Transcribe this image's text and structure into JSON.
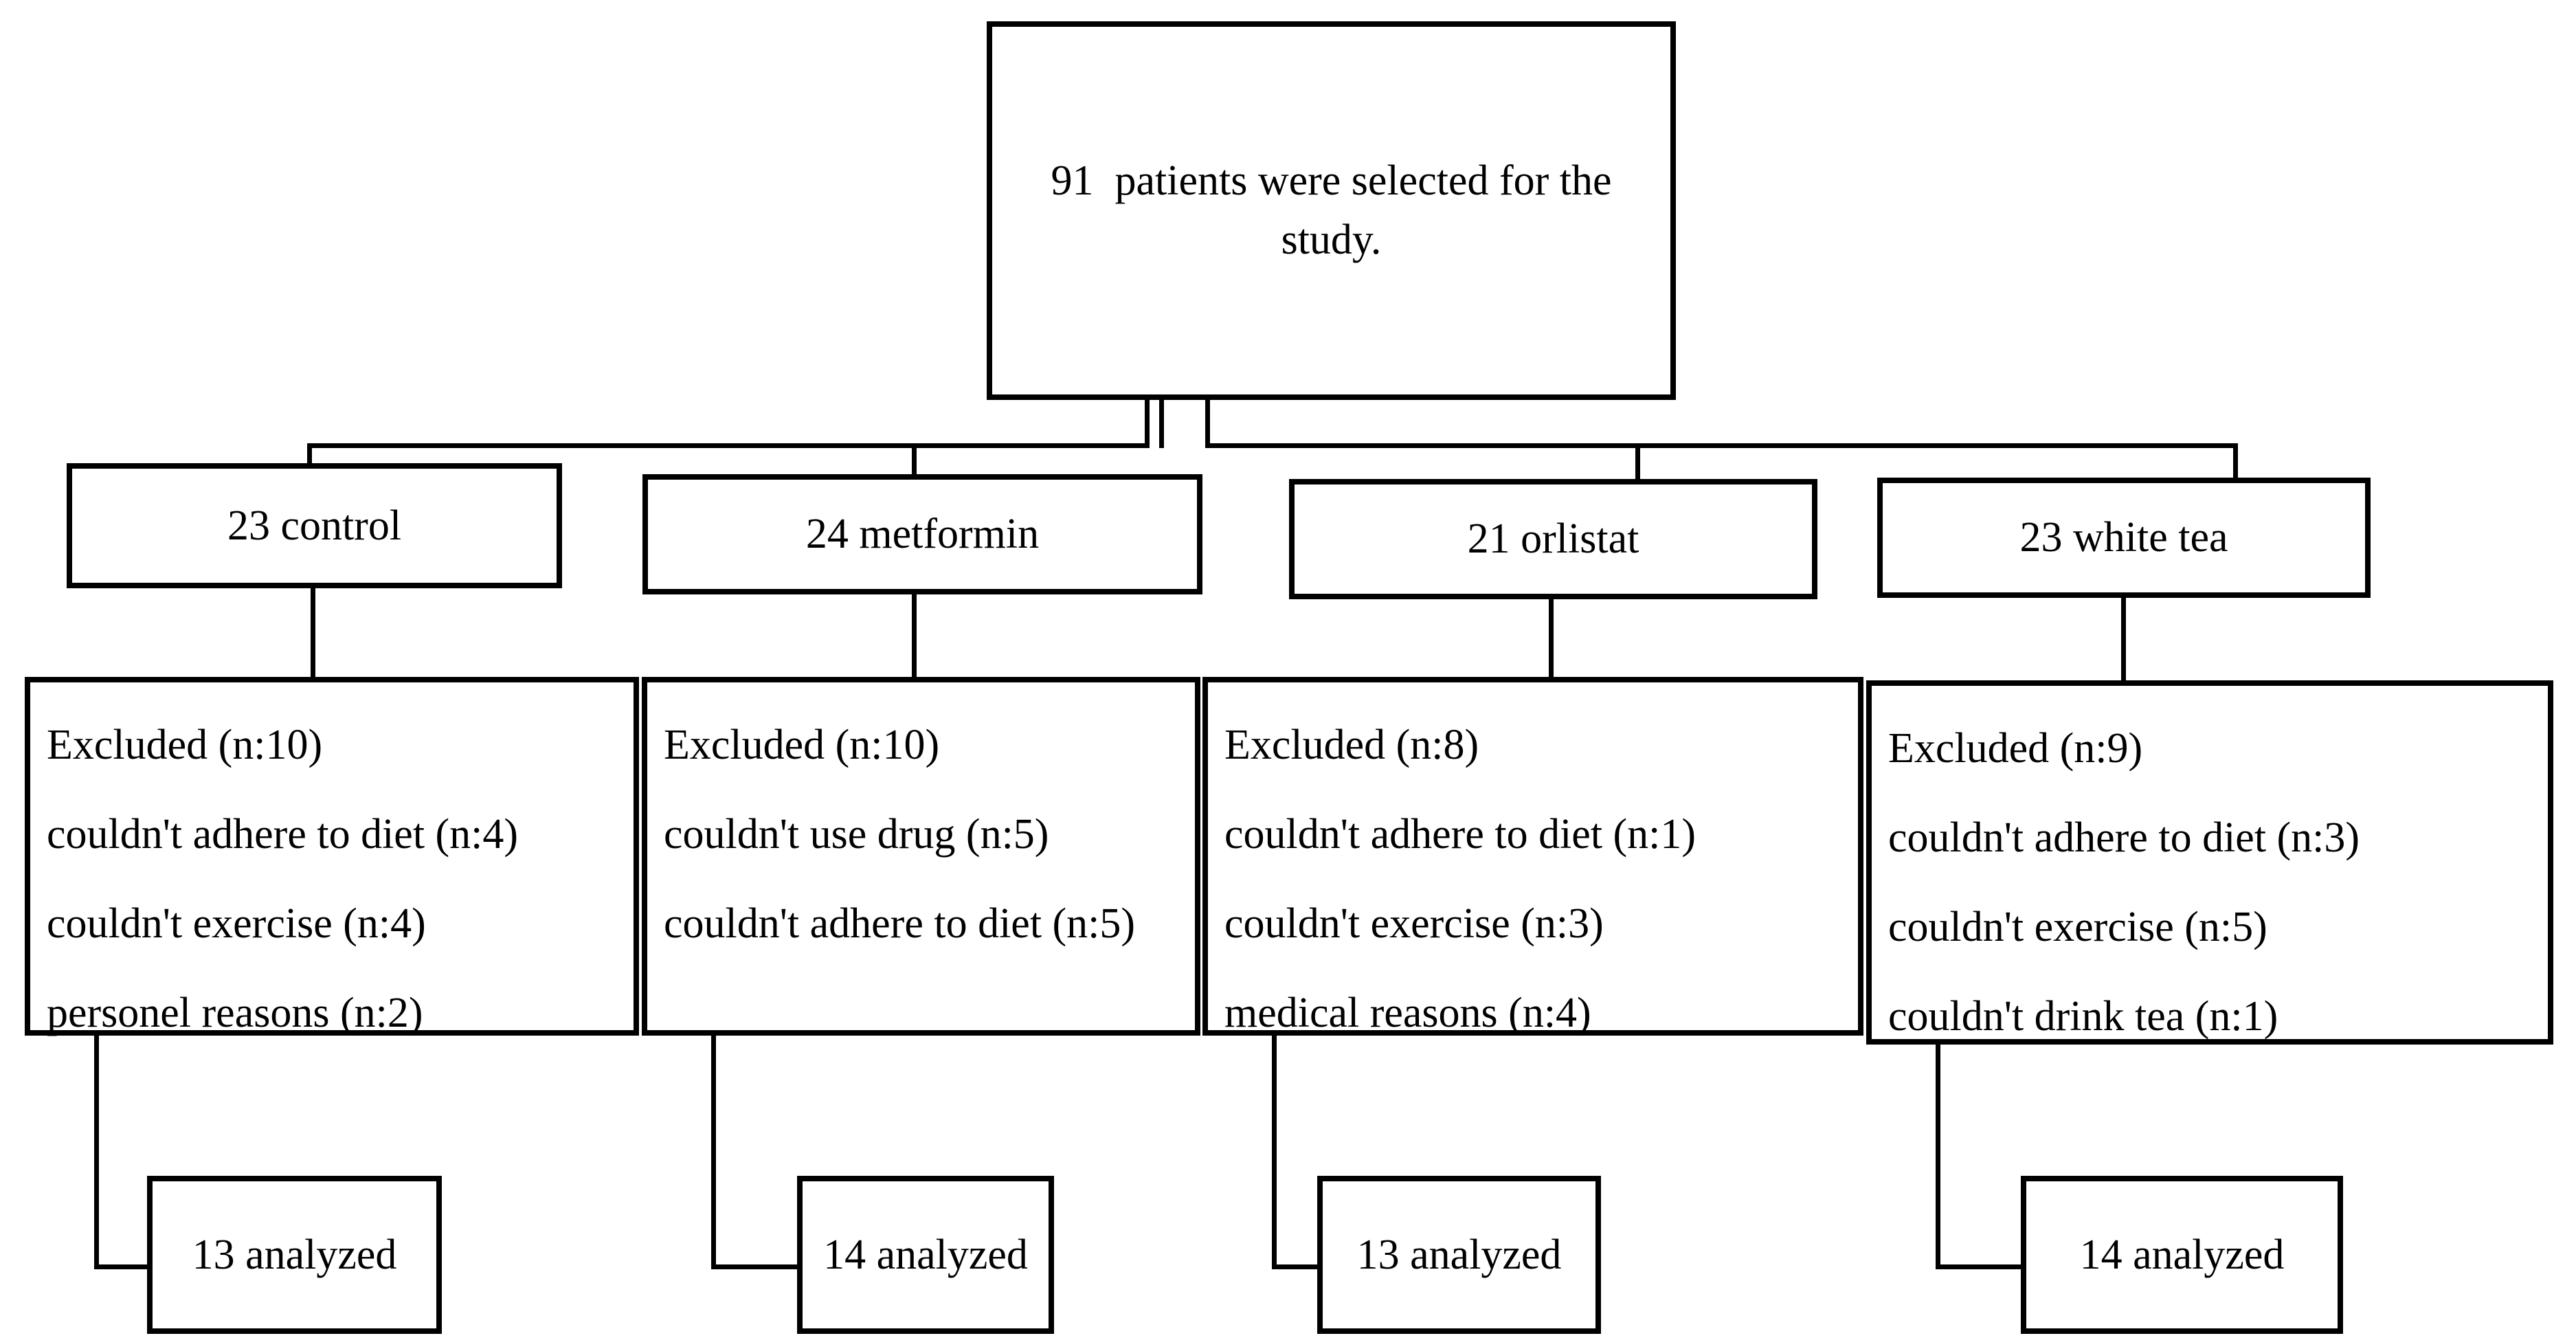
{
  "flowchart": {
    "title_box": {
      "line1": "91  patients were selected for the",
      "line2": "study."
    },
    "columns": [
      {
        "group_label": "23 control",
        "exclusion_lines": [
          "Excluded (n:10)",
          "couldn't adhere to diet (n:4)",
          "couldn't exercise (n:4)",
          "personel reasons (n:2)"
        ],
        "analyzed_label": "13 analyzed"
      },
      {
        "group_label": "24 metformin",
        "exclusion_lines": [
          "Excluded (n:10)",
          "couldn't use drug (n:5)",
          "couldn't adhere to diet (n:5)"
        ],
        "analyzed_label": "14 analyzed"
      },
      {
        "group_label": "21 orlistat",
        "exclusion_lines": [
          "Excluded (n:8)",
          "couldn't adhere to diet (n:1)",
          "couldn't exercise (n:3)",
          "medical reasons (n:4)"
        ],
        "analyzed_label": "13 analyzed"
      },
      {
        "group_label": "23 white tea",
        "exclusion_lines": [
          "Excluded (n:9)",
          "couldn't adhere to diet (n:3)",
          "couldn't exercise (n:5)",
          "couldn't drink tea (n:1)"
        ],
        "analyzed_label": "14 analyzed"
      }
    ],
    "colors": {
      "line": "#000000",
      "background": "#ffffff",
      "text": "#000000"
    }
  }
}
